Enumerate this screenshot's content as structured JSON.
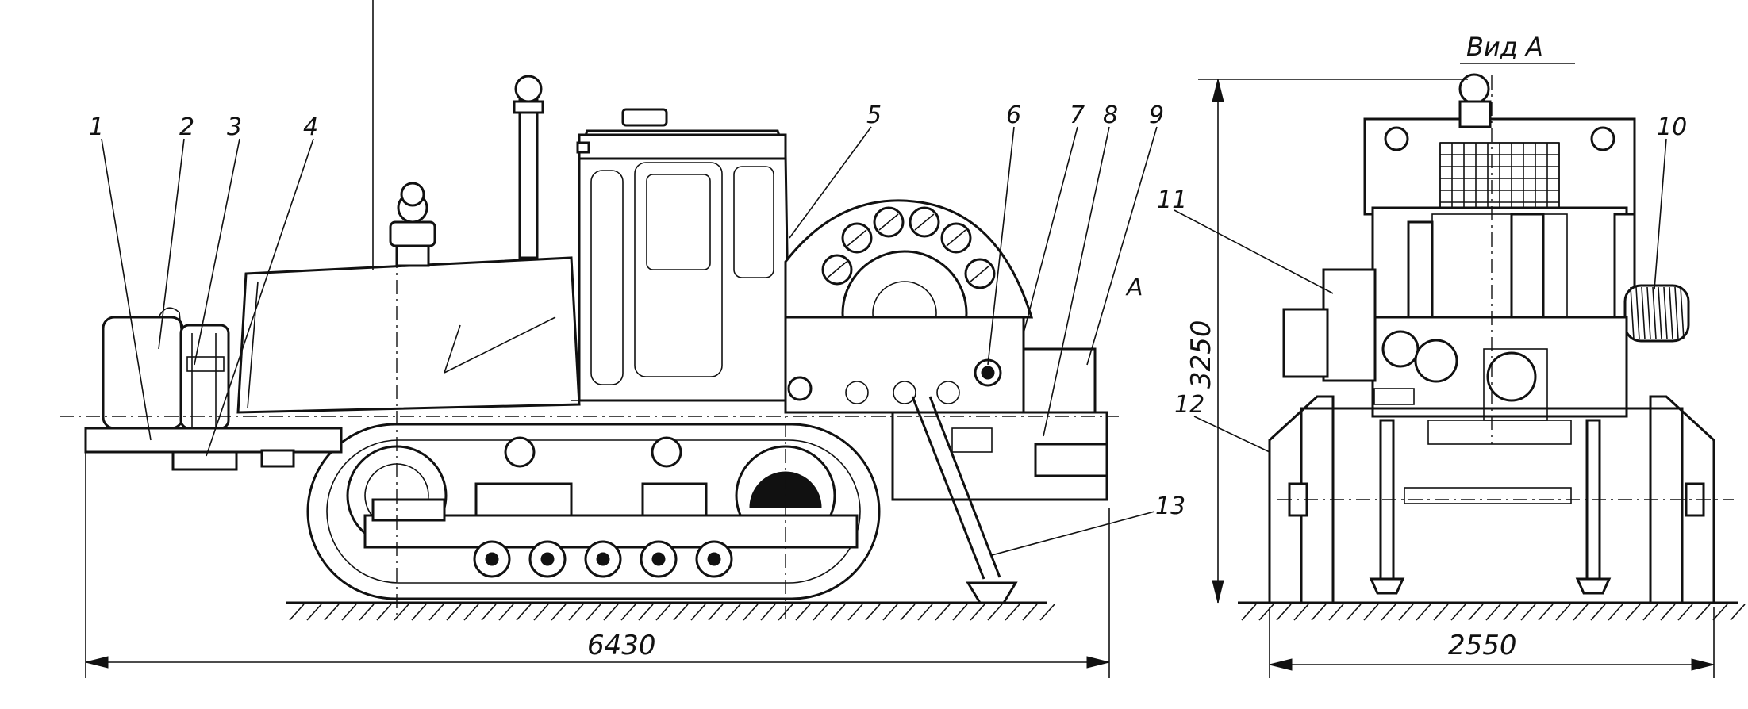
{
  "callouts": [
    "1",
    "2",
    "3",
    "4",
    "5",
    "6",
    "7",
    "8",
    "9",
    "10",
    "11",
    "12",
    "13"
  ],
  "callout_a": "A",
  "view_title": "Вид А",
  "dimensions": {
    "overall_length": "6430",
    "overall_height": "3250",
    "track_width": "2550"
  }
}
